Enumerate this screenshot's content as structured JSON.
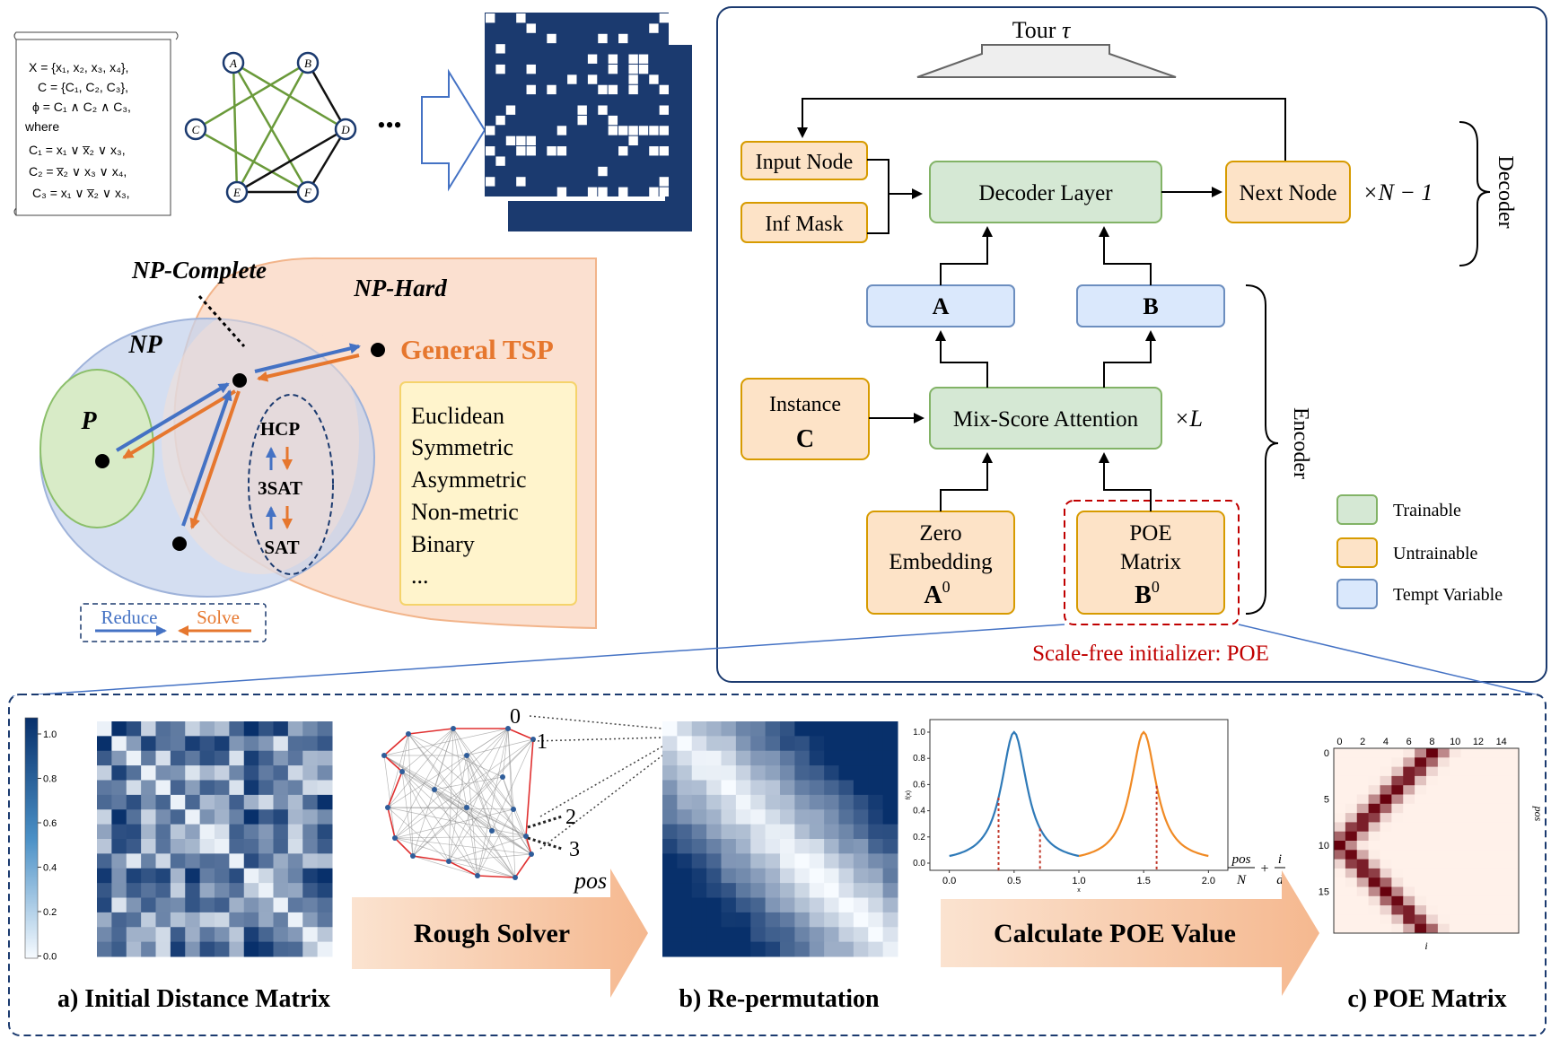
{
  "formula": {
    "lines": [
      "X = {x₁, x₂, x₃, x₄},",
      "C = {C₁, C₂, C₃},",
      "ϕ = C₁ ∧ C₂ ∧ C₃,",
      "where",
      "C₁ = x₁ ∨ x̅₂ ∨ x₃,",
      "C₂ = x̅₂ ∨ x₃ ∨ x₄,",
      "C₃ = x₁ ∨ x̅₂ ∨ x₃,"
    ]
  },
  "graph": {
    "nodes": [
      "A",
      "B",
      "C",
      "D",
      "E",
      "F"
    ],
    "ellipsis": "•••"
  },
  "complexity": {
    "np_complete": "NP-Complete",
    "np_hard": "NP-Hard",
    "np": "NP",
    "p": "P",
    "general_tsp": "General TSP",
    "chain": [
      "HCP",
      "3SAT",
      "SAT"
    ],
    "tsp_types": [
      "Euclidean",
      "Symmetric",
      "Asymmetric",
      "Non-metric",
      "Binary",
      "..."
    ],
    "legend_reduce": "Reduce",
    "legend_solve": "Solve"
  },
  "model": {
    "tour": "Tour",
    "tour_symbol": "τ",
    "input_node": "Input Node",
    "inf_mask": "Inf Mask",
    "decoder_layer": "Decoder Layer",
    "next_node": "Next Node",
    "repeat_decoder": "×N − 1",
    "decoder": "Decoder",
    "a_label": "A",
    "b_label": "B",
    "instance": "Instance",
    "instance_c": "C",
    "mix_score": "Mix-Score Attention",
    "repeat_encoder": "×L",
    "encoder": "Encoder",
    "zero_line1": "Zero",
    "zero_line2": "Embedding",
    "zero_sym": "A",
    "zero_sup": "0",
    "poe_line1": "POE",
    "poe_line2": "Matrix",
    "poe_sym": "B",
    "poe_sup": "0",
    "initializer": "Scale-free initializer: POE",
    "legend": [
      {
        "label": "Trainable",
        "color": "#d5e8d4",
        "border": "#82b366"
      },
      {
        "label": "Untrainable",
        "color": "#fde3c7",
        "border": "#d79b00"
      },
      {
        "label": "Tempt Variable",
        "color": "#dae8fc",
        "border": "#6c8ebf"
      }
    ]
  },
  "pipeline": {
    "colorbar_ticks": [
      "1.0",
      "0.8",
      "0.6",
      "0.4",
      "0.2",
      "0.0"
    ],
    "caption_a": "a) Initial Distance Matrix",
    "rough_solver": "Rough Solver",
    "perm_labels": [
      "0",
      "1",
      "2",
      "3",
      "pos"
    ],
    "caption_b": "b) Re-permutation",
    "calc_poe": "Calculate POE Value",
    "caption_c": "c) POE Matrix",
    "formula_pos": "pos",
    "formula_N": "N",
    "formula_i": "i",
    "formula_d": "d",
    "plot_ylabel": "f(x)",
    "plot_xlabel": "x",
    "plot_yticks": [
      "1.0",
      "0.8",
      "0.6",
      "0.4",
      "0.2",
      "0.0"
    ],
    "plot_xticks": [
      "0.0",
      "0.5",
      "1.0",
      "1.5",
      "2.0"
    ],
    "poe_xticks": [
      "0",
      "2",
      "4",
      "6",
      "8",
      "10",
      "12",
      "14"
    ],
    "poe_yticks": [
      "0",
      "5",
      "10",
      "15"
    ],
    "poe_xlabel": "i",
    "poe_ylabel": "pos"
  },
  "colors": {
    "navy": "#1b3a6f",
    "green_fill": "#d5e8d4",
    "orange_fill": "#fde3c7",
    "blue_fill": "#dae8fc",
    "accent_orange": "#e6772e",
    "accent_blue": "#4472c4",
    "red_text": "#c00000"
  }
}
